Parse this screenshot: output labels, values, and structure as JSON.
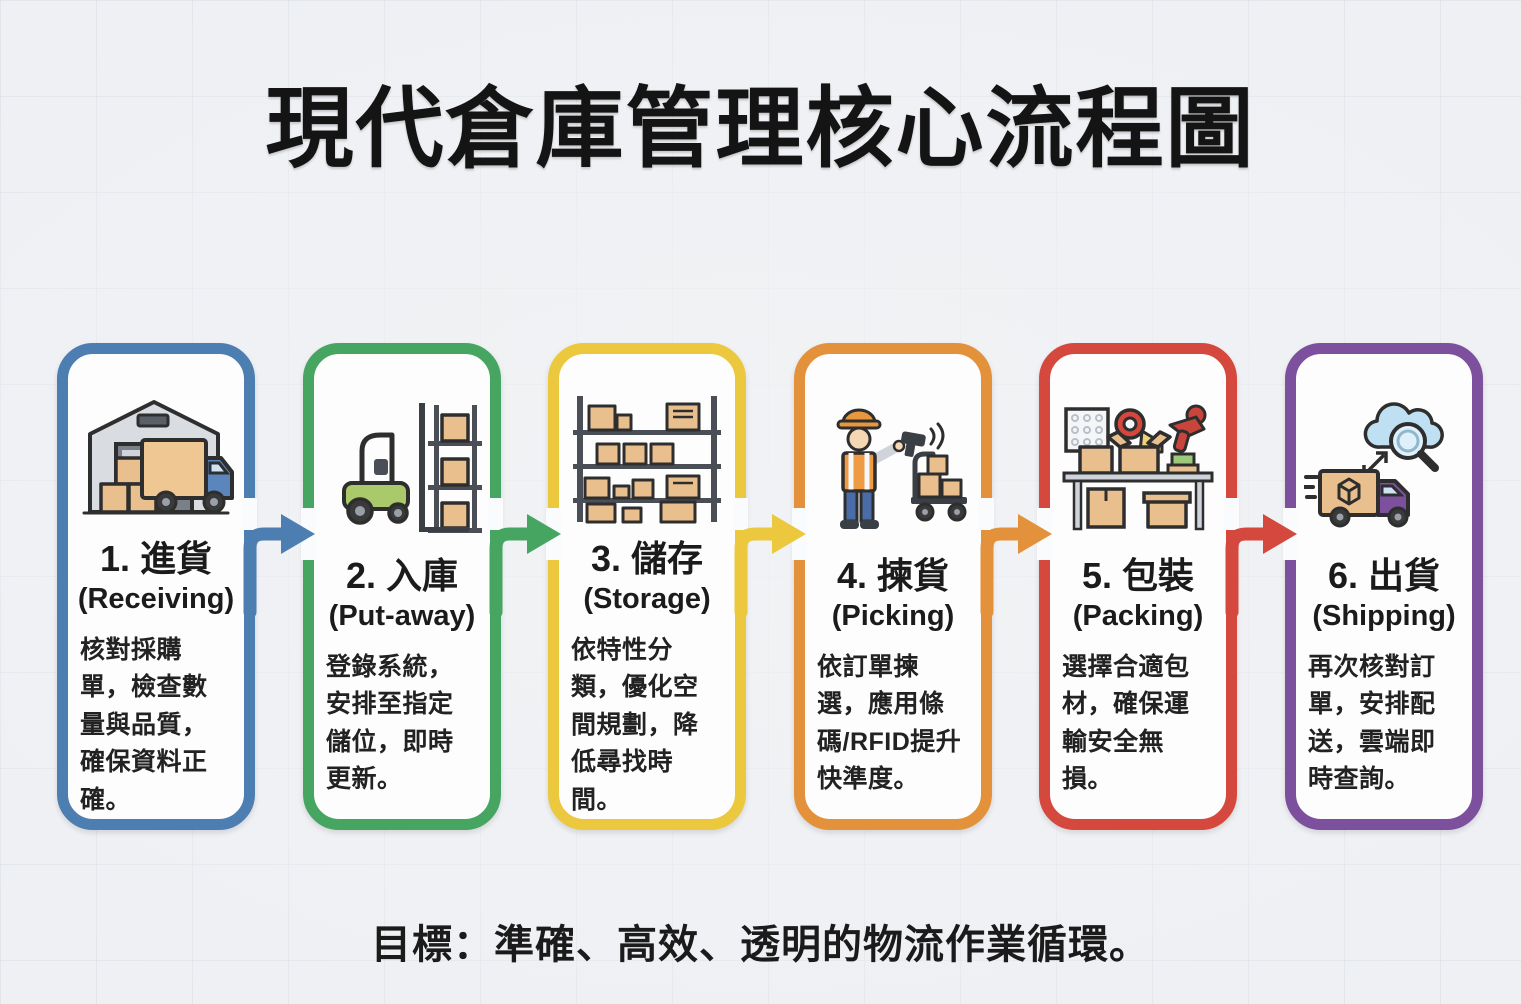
{
  "title": "現代倉庫管理核心流程圖",
  "goal": "目標：準確、高效、透明的物流作業循環。",
  "steps": [
    {
      "number_title": "1. 進貨",
      "subtitle": "(Receiving)",
      "description": "核對採購單，檢查數量與品質，確保資料正確。",
      "color": "#4d7eb1",
      "icon": "warehouse-receiving-icon"
    },
    {
      "number_title": "2. 入庫",
      "subtitle": "(Put-away)",
      "description": "登錄系統，安排至指定儲位，即時更新。",
      "color": "#47a562",
      "icon": "forklift-putaway-icon"
    },
    {
      "number_title": "3. 儲存",
      "subtitle": "(Storage)",
      "description": "依特性分類，優化空間規劃，降低尋找時間。",
      "color": "#ecc83e",
      "icon": "storage-rack-icon"
    },
    {
      "number_title": "4. 揀貨",
      "subtitle": "(Picking)",
      "description": "依訂單揀選，應用條碼/RFID提升快準度。",
      "color": "#e3923b",
      "icon": "picking-worker-icon"
    },
    {
      "number_title": "5. 包裝",
      "subtitle": "(Packing)",
      "description": "選擇合適包材，確保運輸安全無損。",
      "color": "#d5483d",
      "icon": "packing-station-icon"
    },
    {
      "number_title": "6. 出貨",
      "subtitle": "(Shipping)",
      "description": "再次核對訂單，安排配送，雲端即時查詢。",
      "color": "#7c509d",
      "icon": "shipping-truck-cloud-icon"
    }
  ]
}
